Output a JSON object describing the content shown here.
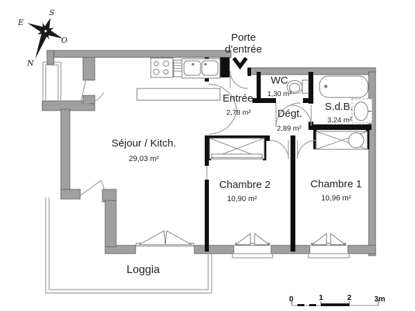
{
  "plan": {
    "entrance_label": {
      "line1": "Porte",
      "line2": "d'entrée"
    },
    "compass": {
      "north": "N",
      "south": "S",
      "east": "E",
      "west": "O"
    },
    "rooms": [
      {
        "name": "Séjour / Kitch.",
        "area": "29,03 m²"
      },
      {
        "name": "Entrée",
        "area": "2,78 m²"
      },
      {
        "name": "WC",
        "area": "1,30 m²"
      },
      {
        "name": "Dégt.",
        "area": "2,89 m²"
      },
      {
        "name": "S.d.B.",
        "area": "3,24 m²"
      },
      {
        "name": "Chambre 2",
        "area": "10,90 m²"
      },
      {
        "name": "Chambre 1",
        "area": "10,96 m²"
      },
      {
        "name": "Loggia"
      }
    ],
    "scale_bar": {
      "ticks": [
        "0",
        "1",
        "2",
        "3m"
      ]
    },
    "colors": {
      "exterior_wall": "#a0a0a0",
      "wall_outline": "#555555",
      "interior_wall": "#111111",
      "background": "#ffffff",
      "text": "#222222"
    }
  }
}
